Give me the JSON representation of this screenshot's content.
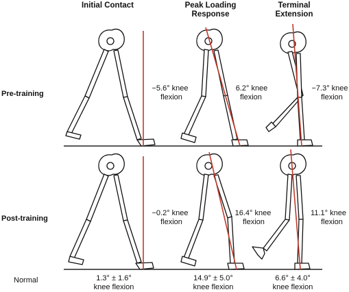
{
  "headers": {
    "initial_contact": "Initial Contact",
    "peak_loading_line1": "Peak Loading",
    "peak_loading_line2": "Response",
    "terminal_line1": "Terminal",
    "terminal_line2": "Extension"
  },
  "rows": {
    "pre": "Pre-training",
    "post": "Post-training",
    "normal": "Normal"
  },
  "pre_training": {
    "initial_contact_value": "−5.6° knee",
    "initial_contact_unit": "flexion",
    "peak_loading_value": "6.2° knee",
    "peak_loading_unit": "flexion",
    "terminal_value": "−7.3° knee",
    "terminal_unit": "flexion"
  },
  "post_training": {
    "initial_contact_value": "−0.2° knee",
    "initial_contact_unit": "flexion",
    "peak_loading_value": "16.4° knee",
    "peak_loading_unit": "flexion",
    "terminal_value": "11.1° knee",
    "terminal_unit": "flexion"
  },
  "normal": {
    "initial_contact_value": "1.3° ± 1.6°",
    "initial_contact_unit": "knee flexion",
    "peak_loading_value": "14.9° ± 5.0°",
    "peak_loading_unit": "knee flexion",
    "terminal_value": "6.6° ± 4.0°",
    "terminal_unit": "knee flexion"
  },
  "colors": {
    "reference_line": "#c0392b",
    "outline": "#111111"
  }
}
